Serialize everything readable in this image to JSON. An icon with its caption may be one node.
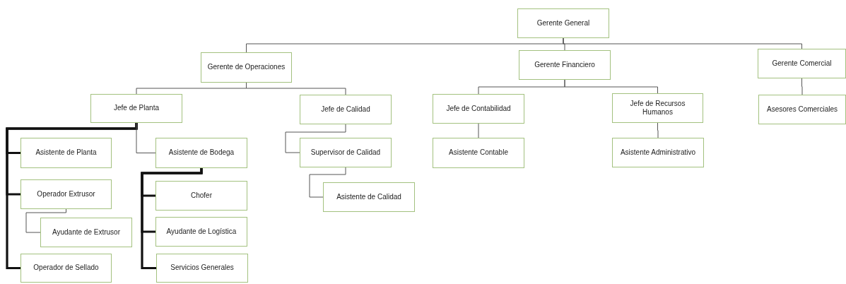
{
  "diagram": {
    "nodes": [
      {
        "text": [
          "Gerente General"
        ]
      },
      {
        "text": [
          "Gerente de Operaciones"
        ]
      },
      {
        "text": [
          "Gerente Financiero"
        ]
      },
      {
        "text": [
          "Gerente Comercial"
        ]
      },
      {
        "text": [
          "Jefe de Planta"
        ]
      },
      {
        "text": [
          "Jefe de Calidad"
        ]
      },
      {
        "text": [
          "Jefe de Contabilidad"
        ]
      },
      {
        "text": [
          "Jefe de Recursos Humanos"
        ]
      },
      {
        "text": [
          "Asesores Comerciales"
        ]
      },
      {
        "text": [
          "Asistente de Planta"
        ]
      },
      {
        "text": [
          "Asistente de Bodega"
        ]
      },
      {
        "text": [
          "Supervisor de Calidad"
        ]
      },
      {
        "text": [
          "Asistente Contable"
        ]
      },
      {
        "text": [
          "Asistente Administrativo"
        ]
      },
      {
        "text": [
          "Operador Extrusor"
        ]
      },
      {
        "text": [
          "Chofer"
        ]
      },
      {
        "text": [
          "Asistente de Calidad"
        ]
      },
      {
        "text": [
          "Ayudante de Extrusor"
        ]
      },
      {
        "text": [
          "Ayudante de Logística"
        ]
      },
      {
        "text": [
          "Operador de Sellado"
        ]
      },
      {
        "text": [
          "Servicios Generales"
        ]
      }
    ],
    "edges": [
      {
        "from": 0,
        "to": 1,
        "arrow": "none"
      },
      {
        "from": 0,
        "to": 2,
        "arrow": "none"
      },
      {
        "from": 0,
        "to": 3,
        "arrow": "none"
      },
      {
        "from": 1,
        "to": 4,
        "arrow": "none"
      },
      {
        "from": 1,
        "to": 5,
        "arrow": "none"
      },
      {
        "from": 2,
        "to": 6,
        "arrow": "none"
      },
      {
        "from": 2,
        "to": 7,
        "arrow": "none"
      },
      {
        "from": 3,
        "to": 8,
        "arrow": "none"
      },
      {
        "from": 4,
        "to": 9,
        "arrow": "none",
        "style": "thick"
      },
      {
        "from": 4,
        "to": 14,
        "arrow": "none",
        "style": "thick"
      },
      {
        "from": 4,
        "to": 19,
        "arrow": "none",
        "style": "thick"
      },
      {
        "from": 4,
        "to": 10,
        "arrow": "none"
      },
      {
        "from": 10,
        "to": 15,
        "arrow": "none",
        "style": "thick"
      },
      {
        "from": 10,
        "to": 18,
        "arrow": "none",
        "style": "thick"
      },
      {
        "from": 10,
        "to": 20,
        "arrow": "none",
        "style": "thick"
      },
      {
        "from": 14,
        "to": 17,
        "arrow": "none"
      },
      {
        "from": 5,
        "to": 11,
        "arrow": "none"
      },
      {
        "from": 11,
        "to": 16,
        "arrow": "none"
      },
      {
        "from": 6,
        "to": 12,
        "arrow": "none"
      },
      {
        "from": 7,
        "to": 13,
        "arrow": "none"
      }
    ]
  }
}
